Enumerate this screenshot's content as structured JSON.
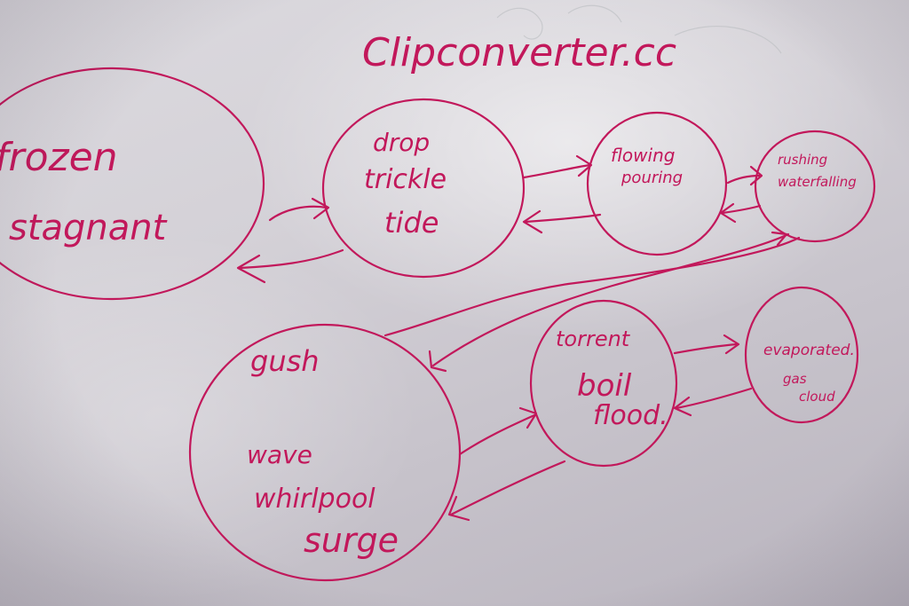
{
  "ink_color": "#c2185b",
  "title": "Clipconverter.cc",
  "nodes": {
    "frozen": [
      "frozen",
      "stagnant"
    ],
    "drop": [
      "drop",
      "trickle",
      "tide"
    ],
    "flowing": [
      "flowing",
      "pouring"
    ],
    "rushing": [
      "rushing",
      "waterfalling"
    ],
    "gush": [
      "gush",
      "wave",
      "whirlpool",
      "surge"
    ],
    "torrent": [
      "torrent",
      "boil",
      "flood."
    ],
    "evaporated": [
      "evaporated.",
      "gas",
      "cloud"
    ]
  }
}
